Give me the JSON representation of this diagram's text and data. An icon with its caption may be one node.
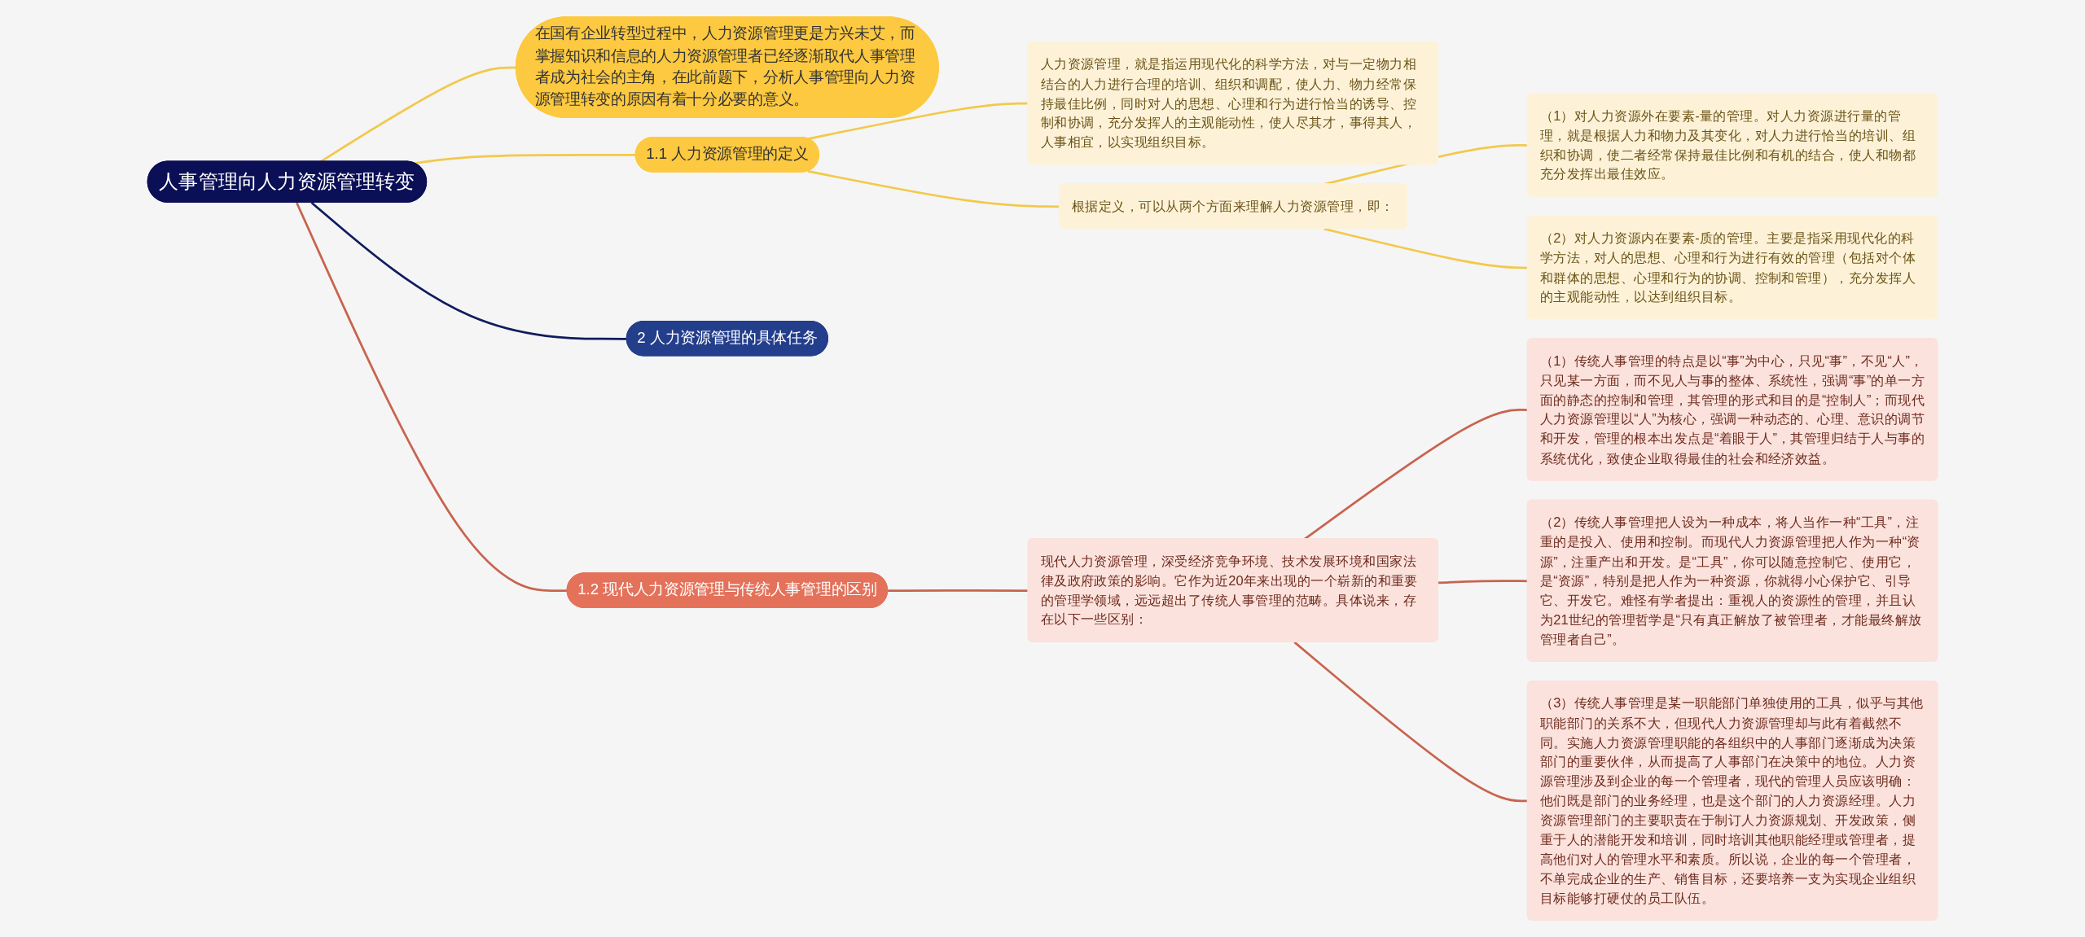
{
  "diagram": {
    "nodes": [
      {
        "text": [
          "人事管理向人力资源管理转变"
        ]
      },
      {
        "text": [
          "在国有企业转型过程中，人力资源管理更是方兴未艾，而掌握知识和信息的人力资源管理者已经逐渐取代人事管理者成为社会的主角，在此前题下，分析人事管理向人力资源管理转变的原因有着十分必要的意义。"
        ]
      },
      {
        "text": [
          "1.1 人力资源管理的定义"
        ]
      },
      {
        "text": [
          "人力资源管理，就是指运用现代化的科学方法，对与一定物力相结合的人力进行合理的培训、组织和调配，使人力、物力经常保持最佳比例，同时对人的思想、心理和行为进行恰当的诱导、控制和协调，充分发挥人的主观能动性，使人尽其才，事得其人，人事相宜，以实现组织目标。"
        ]
      },
      {
        "text": [
          "根据定义，可以从两个方面来理解人力资源管理，即："
        ]
      },
      {
        "text": [
          "（1）对人力资源外在要素-量的管理。对人力资源进行量的管理，就是根据人力和物力及其变化，对人力进行恰当的培训、组织和协调，使二者经常保持最佳比例和有机的结合，使人和物都充分发挥出最佳效应。"
        ]
      },
      {
        "text": [
          "（2）对人力资源内在要素-质的管理。主要是指采用现代化的科学方法，对人的思想、心理和行为进行有效的管理（包括对个体和群体的思想、心理和行为的协调、控制和管理），充分发挥人的主观能动性，以达到组织目标。"
        ]
      },
      {
        "text": [
          "2 人力资源管理的具体任务"
        ]
      },
      {
        "text": [
          "1.2 现代人力资源管理与传统人事管理的区别"
        ]
      },
      {
        "text": [
          "现代人力资源管理，深受经济竞争环境、技术发展环境和国家法律及政府政策的影响。它作为近20年来出现的一个崭新的和重要的管理学领域，远远超出了传统人事管理的范畴。具体说来，存在以下一些区别："
        ]
      },
      {
        "text": [
          "（1）传统人事管理的特点是以“事”为中心，只见“事”，不见“人”，只见某一方面，而不见人与事的整体、系统性，强调“事”的单一方面的静态的控制和管理，其管理的形式和目的是“控制人”；而现代人力资源管理以“人”为核心，强调一种动态的、心理、意识的调节和开发，管理的根本出发点是“着眼于人”，其管理归结于人与事的系统优化，致使企业取得最佳的社会和经济效益。"
        ]
      },
      {
        "text": [
          "（2）传统人事管理把人设为一种成本，将人当作一种“工具”，注重的是投入、使用和控制。而现代人力资源管理把人作为一种“资源”，注重产出和开发。是“工具”，你可以随意控制它、使用它，是“资源”，特别是把人作为一种资源，你就得小心保护它、引导它、开发它。难怪有学者提出：重视人的资源性的管理，并且认为21世纪的管理哲学是“只有真正解放了被管理者，才能最终解放管理者自己”。"
        ]
      },
      {
        "text": [
          "（3）传统人事管理是某一职能部门单独使用的工具，似乎与其他职能部门的关系不大，但现代人力资源管理却与此有着截然不同。实施人力资源管理职能的各组织中的人事部门逐渐成为决策部门的重要伙伴，从而提高了人事部门在决策中的地位。人力资源管理涉及到企业的每一个管理者，现代的管理人员应该明确：他们既是部门的业务经理，也是这个部门的人力资源经理。人力资源管理部门的主要职责在于制订人力资源规划、开发政策，侧重于人的潜能开发和培训，同时培训其他职能经理或管理者，提高他们对人的管理水平和素质。所以说，企业的每一个管理者，不单完成企业的生产、销售目标，还要培养一支为实现企业组织目标能够打硬仗的员工队伍。"
        ]
      }
    ],
    "edges": [
      {
        "from": 0,
        "to": 1,
        "arrow": "none"
      },
      {
        "from": 0,
        "to": 2,
        "arrow": "none"
      },
      {
        "from": 2,
        "to": 3,
        "arrow": "none"
      },
      {
        "from": 2,
        "to": 4,
        "arrow": "none"
      },
      {
        "from": 4,
        "to": 5,
        "arrow": "none"
      },
      {
        "from": 4,
        "to": 6,
        "arrow": "none"
      },
      {
        "from": 0,
        "to": 7,
        "arrow": "none",
        "color": "#0f1c5e"
      },
      {
        "from": 0,
        "to": 8,
        "arrow": "none",
        "color": "#c8644f"
      },
      {
        "from": 8,
        "to": 9,
        "arrow": "none",
        "color": "#c8644f"
      },
      {
        "from": 9,
        "to": 10,
        "arrow": "none",
        "color": "#c8644f"
      },
      {
        "from": 9,
        "to": 11,
        "arrow": "none",
        "color": "#c8644f"
      },
      {
        "from": 9,
        "to": 12,
        "arrow": "none",
        "color": "#c8644f"
      }
    ]
  }
}
